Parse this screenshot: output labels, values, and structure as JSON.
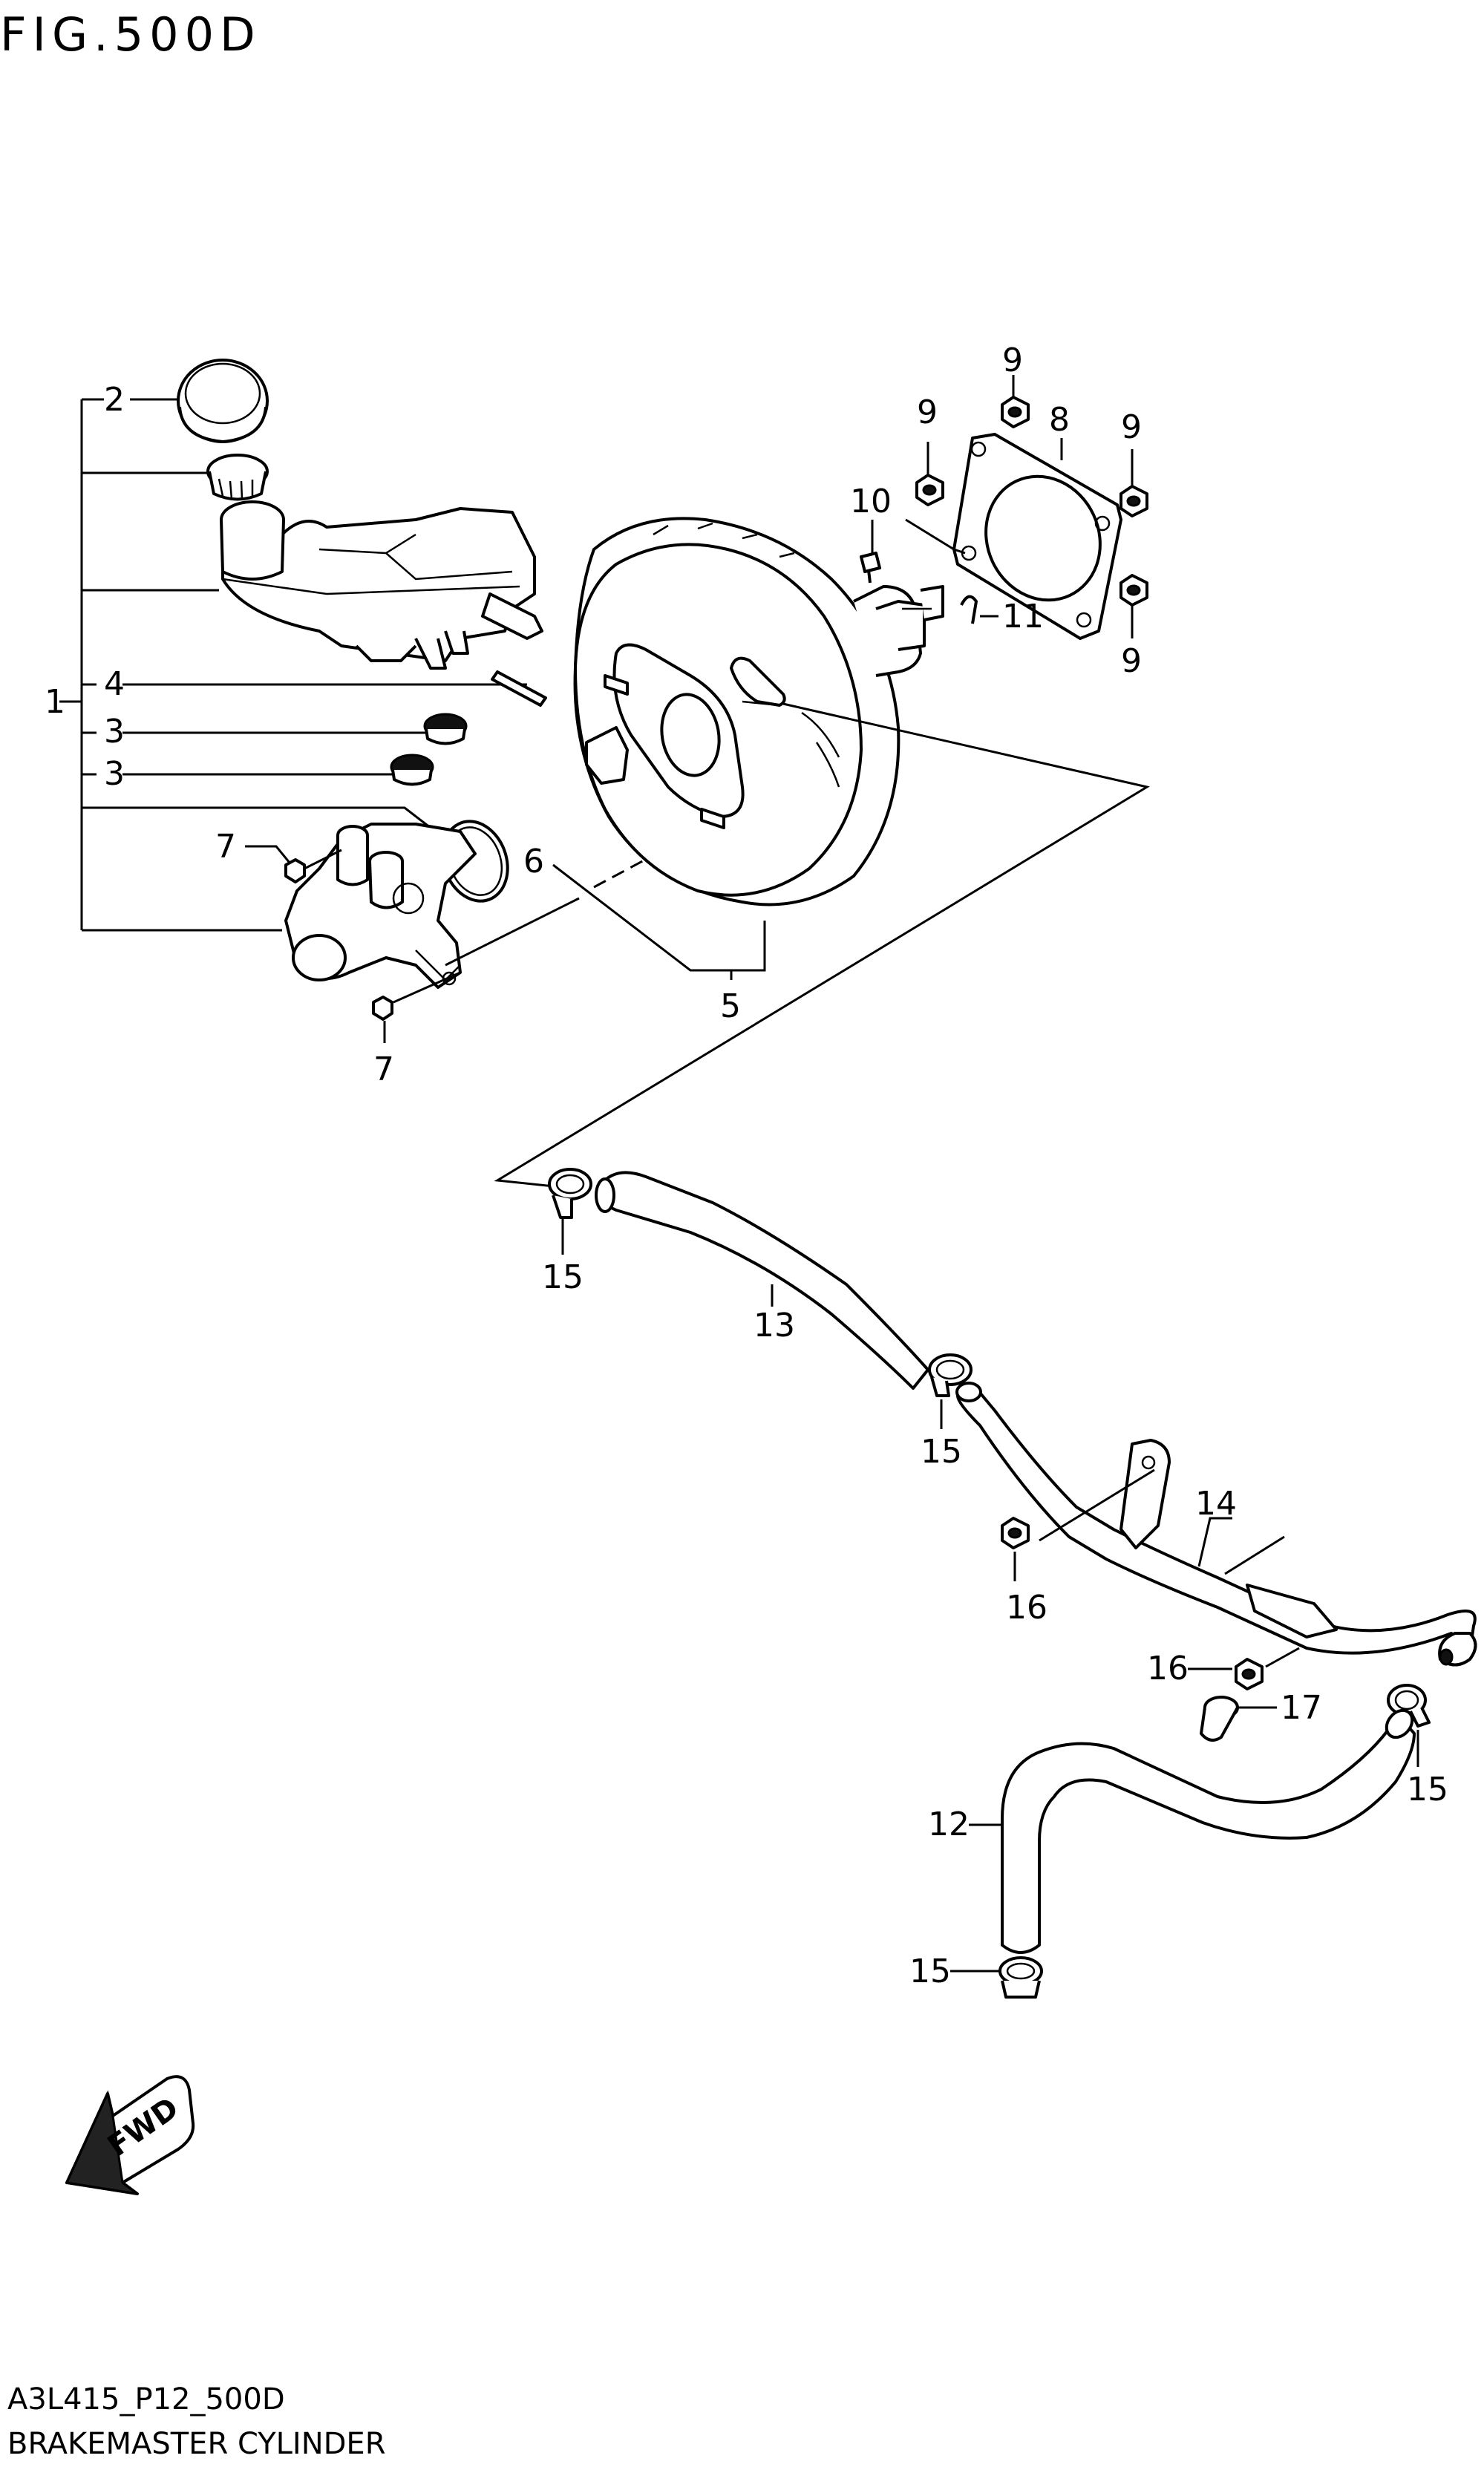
{
  "figure": {
    "title": "FIG.500D"
  },
  "footer": {
    "code": "A3L415_P12_500D",
    "name": "BRAKEMASTER CYLINDER"
  },
  "fwd_arrow": {
    "label": "FWD"
  },
  "callouts": {
    "c1": "1",
    "c2": "2",
    "c3a": "3",
    "c3b": "3",
    "c4": "4",
    "c5": "5",
    "c6": "6",
    "c7a": "7",
    "c7b": "7",
    "c8": "8",
    "c9a": "9",
    "c9b": "9",
    "c9c": "9",
    "c9d": "9",
    "c10": "10",
    "c11": "11",
    "c12": "12",
    "c13": "13",
    "c14": "14",
    "c15a": "15",
    "c15b": "15",
    "c15c": "15",
    "c15d": "15",
    "c16a": "16",
    "c16b": "16",
    "c17": "17"
  }
}
